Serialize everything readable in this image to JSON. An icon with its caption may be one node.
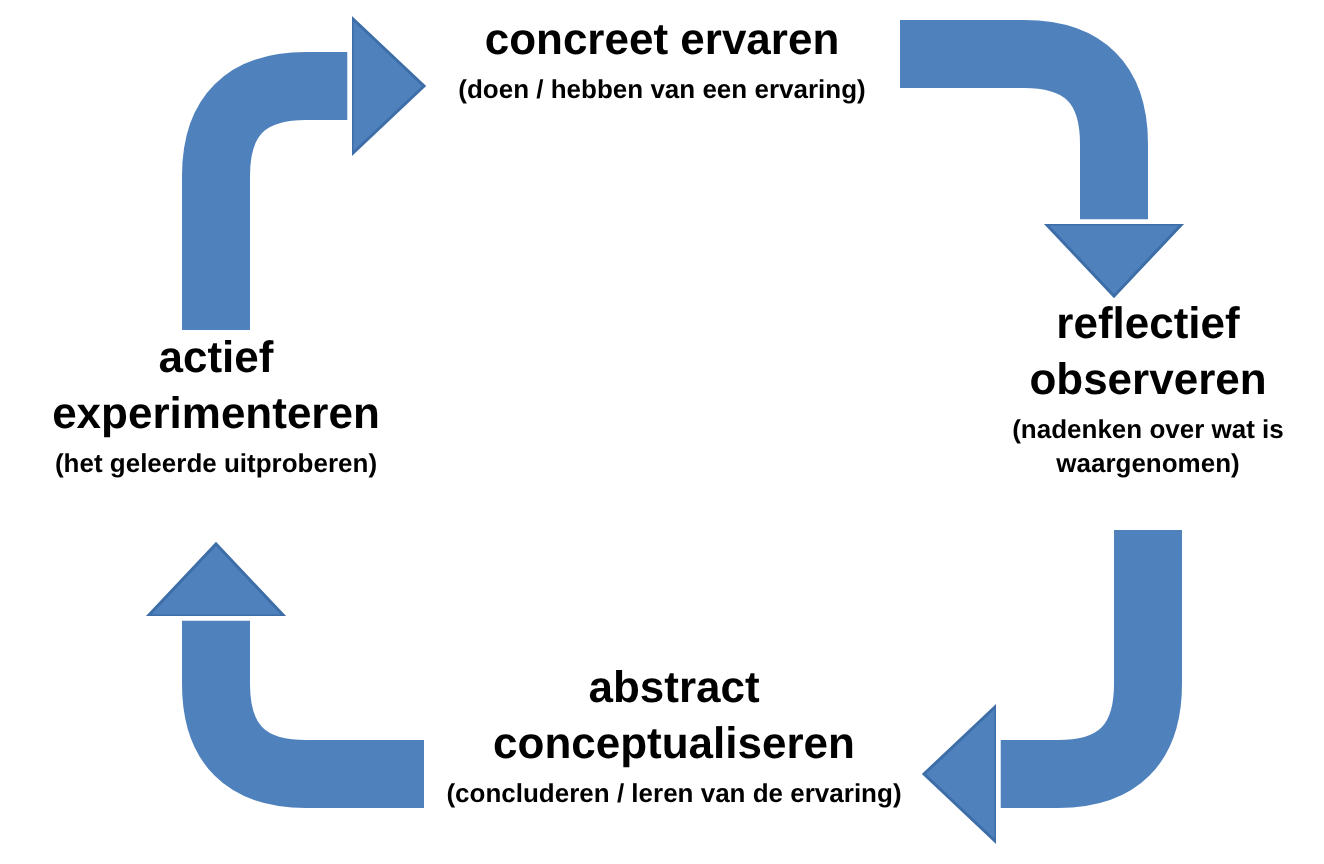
{
  "diagram": {
    "nodes": [
      {
        "text": [
          "concreet ervaren",
          "(doen / hebben van een ervaring)"
        ]
      },
      {
        "text": [
          "reflectief observeren",
          "(nadenken over wat is waargenomen)"
        ]
      },
      {
        "text": [
          "abstract conceptualiseren",
          "(concluderen / leren van de ervaring)"
        ]
      },
      {
        "text": [
          "actief experimenteren",
          "(het geleerde uitproberen)"
        ]
      }
    ],
    "edges": [
      {
        "from": 3,
        "to": 0,
        "arrow": "to"
      },
      {
        "from": 0,
        "to": 1,
        "arrow": "to"
      },
      {
        "from": 1,
        "to": 2,
        "arrow": "to"
      },
      {
        "from": 2,
        "to": 3,
        "arrow": "to"
      }
    ]
  }
}
